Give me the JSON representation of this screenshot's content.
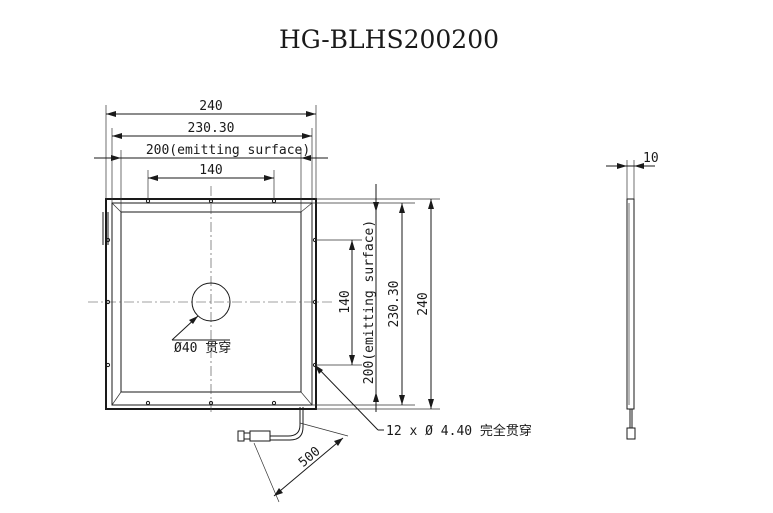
{
  "title": "HG-BLHS200200",
  "front_view": {
    "overall_width": "240",
    "frame_width": "230.30",
    "emitting_width": "200(emitting surface)",
    "hole_spacing": "140",
    "center_hole": "Ø40 贯穿",
    "cable_length": "500",
    "mount_holes": "12 x Ø 4.40 完全贯穿"
  },
  "side_dims": {
    "hole_spacing": "140",
    "emitting_height": "200(emitting surface)",
    "frame_height": "230.30",
    "overall_height": "240"
  },
  "side_view": {
    "thickness": "10"
  }
}
